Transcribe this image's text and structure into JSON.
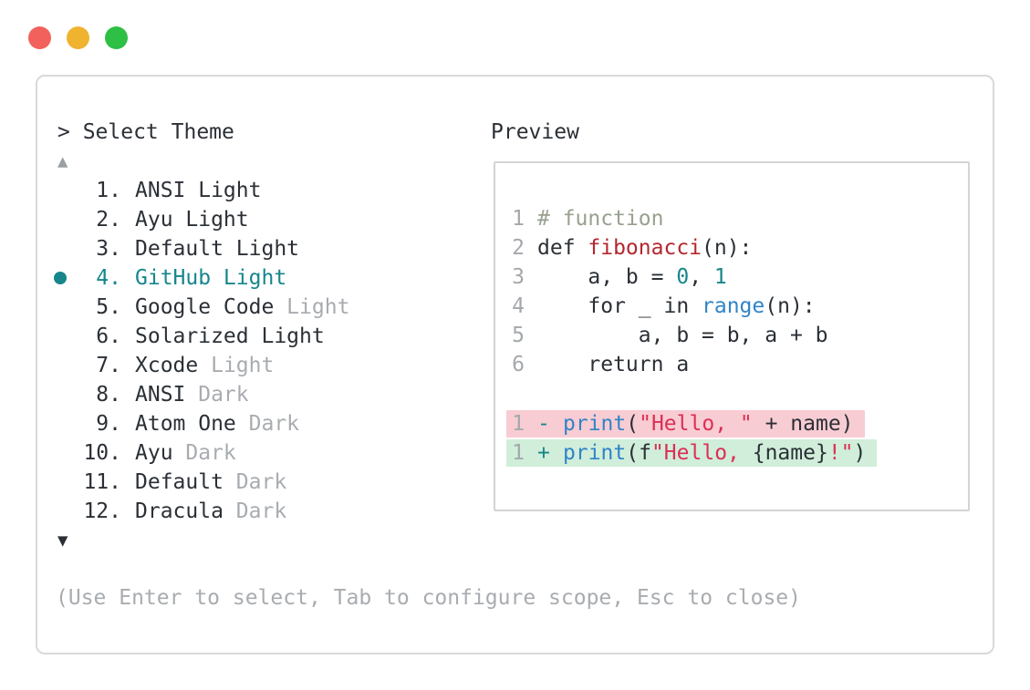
{
  "window": {
    "controls": [
      "close",
      "minimize",
      "zoom"
    ]
  },
  "colors": {
    "accent_teal": "#17868b",
    "text_dark": "#2b3036",
    "text_dim": "#a8acb0",
    "diff_removed_bg": "#f8ccd3",
    "diff_added_bg": "#d0eeda",
    "traffic_red": "#f2615b",
    "traffic_yellow": "#f0b32f",
    "traffic_green": "#2ebf45"
  },
  "picker": {
    "prompt": "> Select Theme",
    "scroll_up_glyph": "▲",
    "scroll_down_glyph": "▼",
    "items": [
      {
        "num": "1.",
        "name": "ANSI Light",
        "dim": "",
        "selected": false
      },
      {
        "num": "2.",
        "name": "Ayu Light",
        "dim": "",
        "selected": false
      },
      {
        "num": "3.",
        "name": "Default Light",
        "dim": "",
        "selected": false
      },
      {
        "num": "4.",
        "name": "GitHub Light",
        "dim": "",
        "selected": true
      },
      {
        "num": "5.",
        "name": "Google Code",
        "dim": "Light",
        "selected": false
      },
      {
        "num": "6.",
        "name": "Solarized Light",
        "dim": "",
        "selected": false
      },
      {
        "num": "7.",
        "name": "Xcode",
        "dim": "Light",
        "selected": false
      },
      {
        "num": "8.",
        "name": "ANSI",
        "dim": "Dark",
        "selected": false
      },
      {
        "num": "9.",
        "name": "Atom One",
        "dim": "Dark",
        "selected": false
      },
      {
        "num": "10.",
        "name": "Ayu",
        "dim": "Dark",
        "selected": false
      },
      {
        "num": "11.",
        "name": "Default",
        "dim": "Dark",
        "selected": false
      },
      {
        "num": "12.",
        "name": "Dracula",
        "dim": "Dark",
        "selected": false
      }
    ],
    "hint": "(Use Enter to select, Tab to configure scope, Esc to close)"
  },
  "preview": {
    "title": "Preview",
    "code_lines": [
      {
        "gutter": "1",
        "tokens": [
          {
            "t": "# function",
            "c": "comment"
          }
        ]
      },
      {
        "gutter": "2",
        "tokens": [
          {
            "t": "def ",
            "c": "text"
          },
          {
            "t": "fibonacci",
            "c": "func"
          },
          {
            "t": "(n):",
            "c": "text"
          }
        ]
      },
      {
        "gutter": "3",
        "tokens": [
          {
            "t": "    a, b = ",
            "c": "text"
          },
          {
            "t": "0",
            "c": "num"
          },
          {
            "t": ", ",
            "c": "text"
          },
          {
            "t": "1",
            "c": "num"
          }
        ]
      },
      {
        "gutter": "4",
        "tokens": [
          {
            "t": "    for _ in ",
            "c": "text"
          },
          {
            "t": "range",
            "c": "call"
          },
          {
            "t": "(n):",
            "c": "text"
          }
        ]
      },
      {
        "gutter": "5",
        "tokens": [
          {
            "t": "        a, b = b, a + b",
            "c": "text"
          }
        ]
      },
      {
        "gutter": "6",
        "tokens": [
          {
            "t": "    return a",
            "c": "text"
          }
        ]
      }
    ],
    "diff_lines": [
      {
        "gutter": "1",
        "sign": "-",
        "kind": "removed",
        "tokens": [
          {
            "t": "print",
            "c": "call"
          },
          {
            "t": "(",
            "c": "text"
          },
          {
            "t": "\"Hello, \"",
            "c": "str"
          },
          {
            "t": " + name)",
            "c": "text"
          }
        ]
      },
      {
        "gutter": "1",
        "sign": "+",
        "kind": "added",
        "tokens": [
          {
            "t": "print",
            "c": "call"
          },
          {
            "t": "(f",
            "c": "text"
          },
          {
            "t": "\"Hello, ",
            "c": "str"
          },
          {
            "t": "{name}",
            "c": "text"
          },
          {
            "t": "!\"",
            "c": "str"
          },
          {
            "t": ")",
            "c": "text"
          }
        ]
      }
    ]
  }
}
